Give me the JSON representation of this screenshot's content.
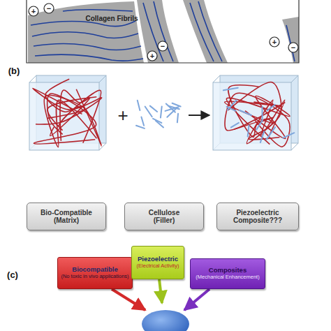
{
  "diagram": {
    "nodes": [
      {
        "text": [
          "Bio-Compatible",
          "(Matrix)"
        ]
      },
      {
        "text": [
          "Cellulose",
          "(Filler)"
        ]
      },
      {
        "text": [
          "Piezoelectric Composite???"
        ]
      },
      {
        "text": [
          "Biocompatible",
          "(No toxic in vivo applications)"
        ]
      },
      {
        "text": [
          "Piezoelectric",
          "(Electrical Activity)"
        ]
      },
      {
        "text": [
          "Composites",
          "(Mechanical Enhancement)"
        ]
      }
    ],
    "labels": [
      "+",
      "−",
      "Collagen Fibrils",
      "−",
      "+",
      "+",
      "−",
      "(b)",
      "+",
      "(c)"
    ]
  }
}
